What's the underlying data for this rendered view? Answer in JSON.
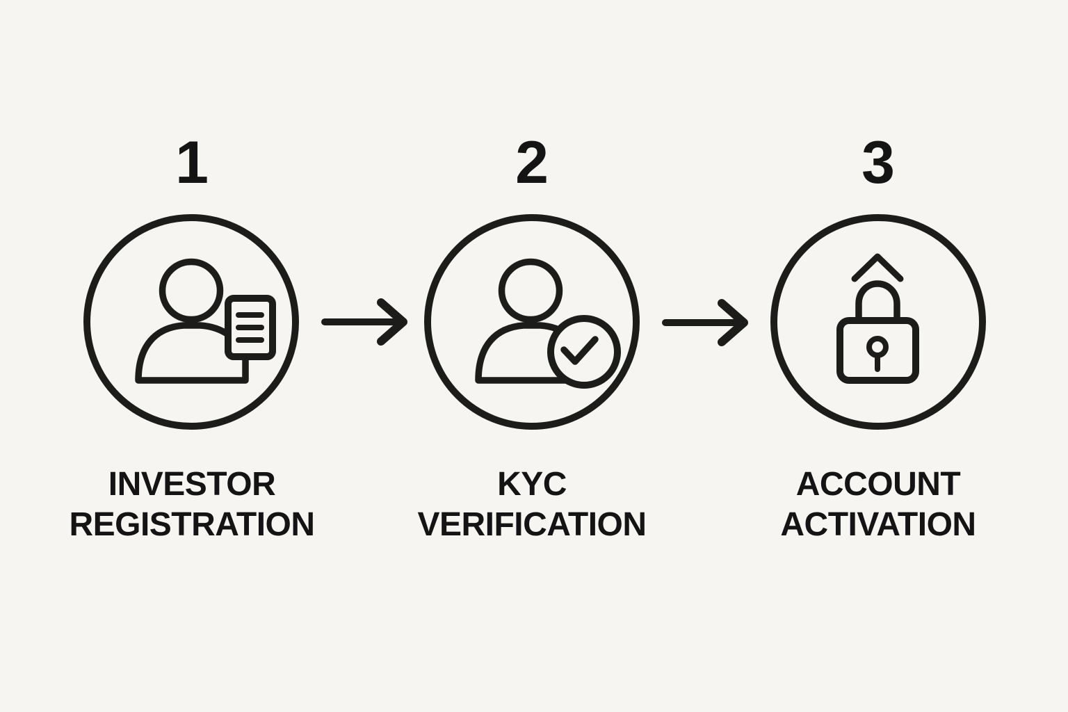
{
  "diagram": {
    "background_color": "#f6f5f2",
    "stroke_color": "#1c1c1b",
    "text_color": "#141414",
    "steps": [
      {
        "number": "1",
        "icon": "person-document-icon",
        "label_line1": "INVESTOR",
        "label_line2": "REGISTRATION"
      },
      {
        "number": "2",
        "icon": "person-check-icon",
        "label_line1": "KYC",
        "label_line2": "VERIFICATION"
      },
      {
        "number": "3",
        "icon": "lock-activation-icon",
        "label_line1": "ACCOUNT",
        "label_line2": "ACTIVATION"
      }
    ],
    "connectors": [
      {
        "type": "arrow-right"
      },
      {
        "type": "arrow-right"
      }
    ]
  }
}
